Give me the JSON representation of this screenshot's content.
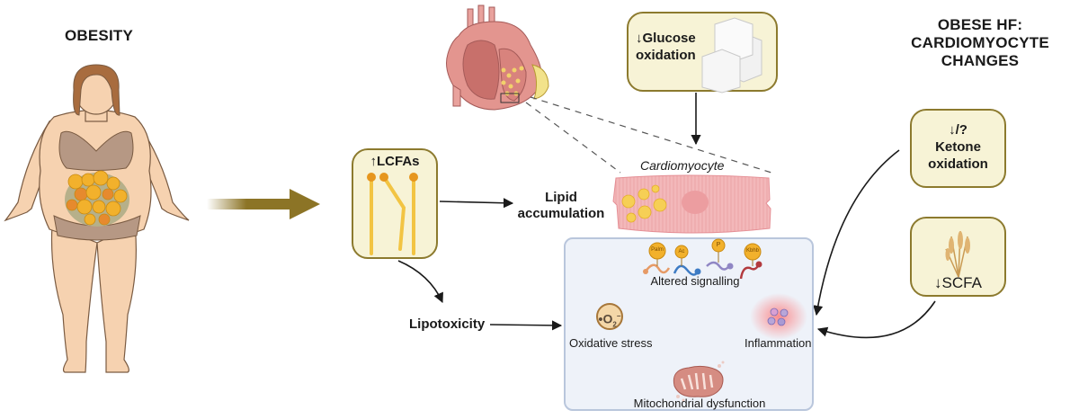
{
  "titles": {
    "left": "OBESITY",
    "right_line1": "OBESE HF:",
    "right_line2": "CARDIOMYOCYTE CHANGES"
  },
  "lcfa_box": {
    "arrow": "↑",
    "label": "LCFAs"
  },
  "glucose_box": {
    "arrow": "↓",
    "line1": "Glucose",
    "line2": "oxidation"
  },
  "ketone_box": {
    "arrow": "↓/?",
    "line1": "Ketone",
    "line2": "oxidation"
  },
  "scfa_box": {
    "arrow": "↓",
    "label": "SCFA"
  },
  "cardiomyocyte_label": "Cardiomyocyte",
  "lipid_accumulation": {
    "line1": "Lipid",
    "line2": "accumulation"
  },
  "lipotoxicity": "Lipotoxicity",
  "panel": {
    "signalling": {
      "label": "Altered signalling",
      "modifications": [
        "Palm",
        "Ac",
        "P",
        "Kbhb"
      ]
    },
    "oxidative_stress": {
      "label": "Oxidative stress",
      "symbol": "O",
      "sub": "2",
      "sup": "−"
    },
    "inflammation": "Inflammation",
    "mitochondrial": "Mitochondrial dysfunction"
  },
  "colors": {
    "box_fill": "#f7f3d6",
    "box_border": "#8c7a2e",
    "panel_fill": "#eef2f9",
    "panel_border": "#b9c6dc",
    "fat_orange": "#f2b12c",
    "arrow_gold": "#8c7426",
    "muscle_pink": "#f2b6b8"
  }
}
